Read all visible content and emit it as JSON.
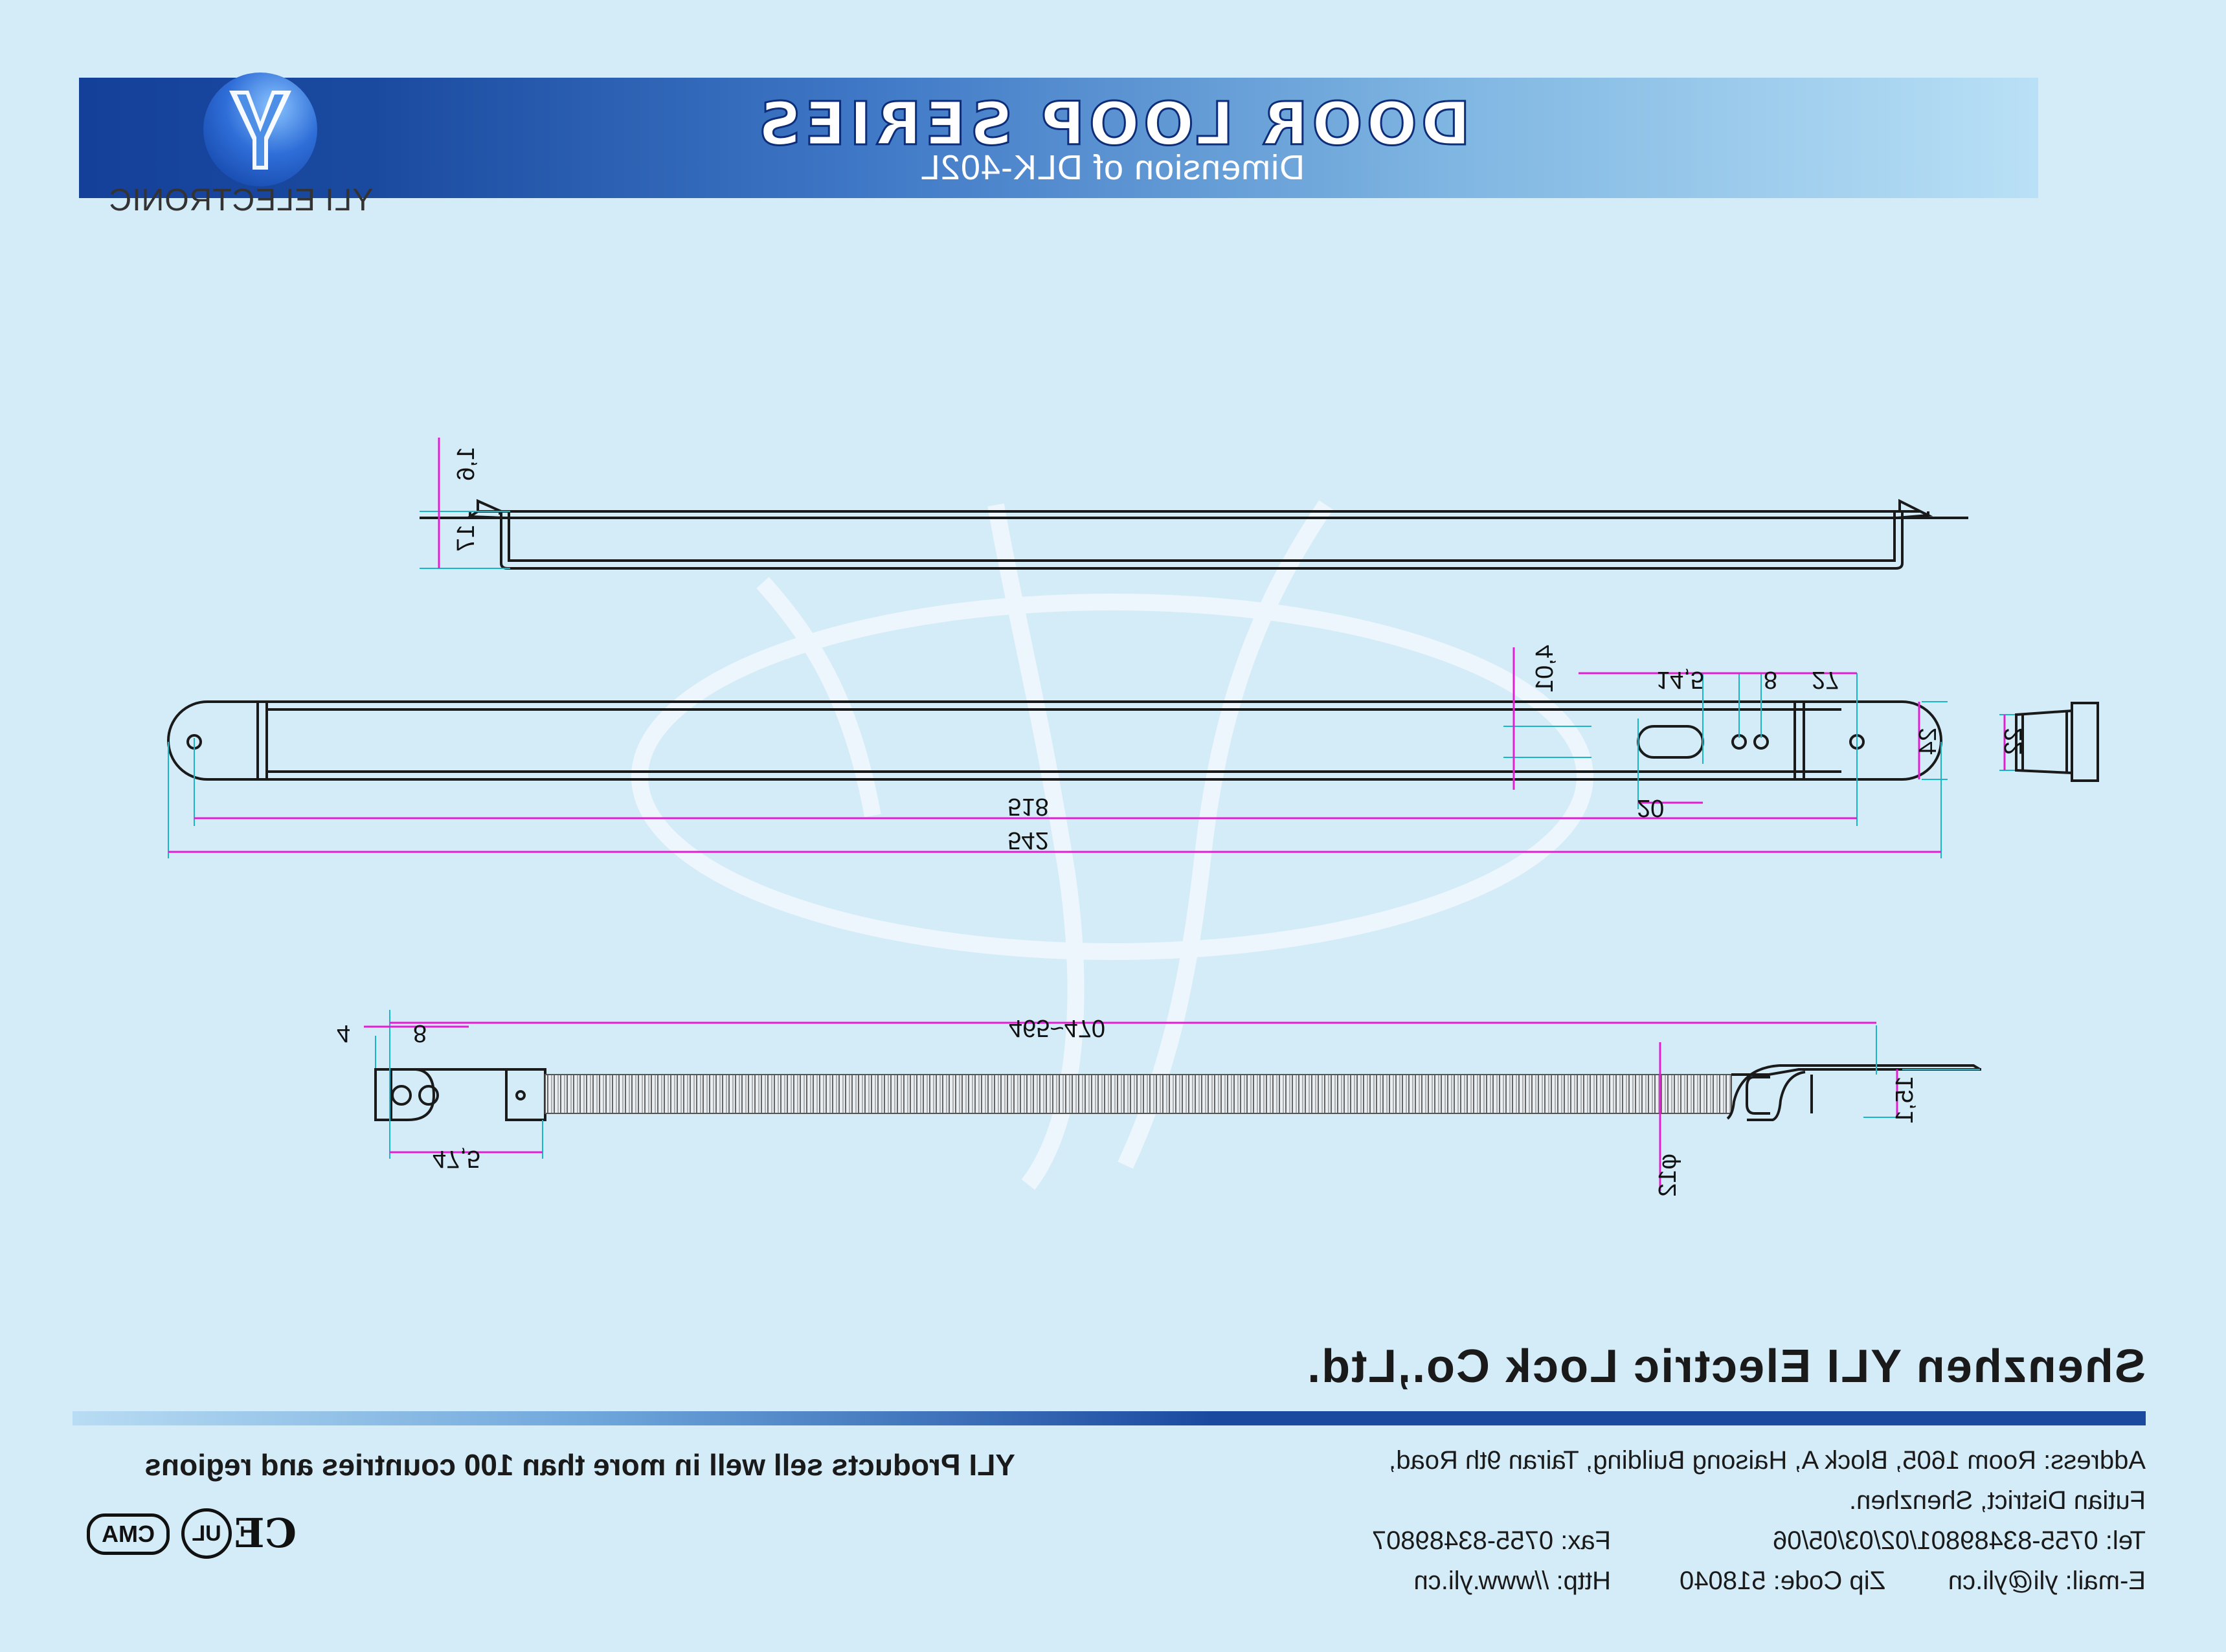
{
  "header": {
    "title": "DOOR LOOP SERIES",
    "subtitle": "Dimension of DLK-402L"
  },
  "logo": {
    "brand": "YLI ELECTRONIC",
    "icon": "yli-y-logo-icon",
    "colors": {
      "outer": "#0d3c9c",
      "inner": "#2f6ed8"
    }
  },
  "dimensions": {
    "top_view": {
      "flange_thickness": "1,6",
      "height": "17"
    },
    "plan_view": {
      "slot_offset": "4,01",
      "hole_spacing": "14,5",
      "hole_gap": "8",
      "end_distance": "27",
      "inner_length": "518",
      "overall_length": "542",
      "slot_length": "20",
      "width": "24"
    },
    "end_view": {
      "width": "22"
    },
    "cable": {
      "length_range": "465~470",
      "end_hole_edge": "4",
      "end_hole_pitch": "8",
      "end_fitting_length": "47,5",
      "diameter": "φ12",
      "clip_height": "15,1"
    }
  },
  "footer": {
    "company": "Shenzhen YLI Electric Lock Co.,Ltd.",
    "slogan": "YLI Products sell well in more than 100 countries and regions",
    "address_line1": "Address: Room 1605, Block A, Haisong Building, Tairan 9th Road,",
    "address_line2": "Futian District, Shenzhen.",
    "tel": "Tel: 0755-83489801/02/03/05/06",
    "fax": "Fax: 0755-83489807",
    "email": "E-mail: yli@yli.cn",
    "zip": "Zip Code: 518040",
    "http": "Http: //www.yli.cn",
    "certs": [
      "CE",
      "UL",
      "CMA"
    ]
  },
  "colors": {
    "background": "#d4ecf8",
    "banner_dark": "#15409a",
    "dimension_line": "#e020d0",
    "extension_line": "#19b6c8",
    "outline": "#1a1a1a"
  }
}
